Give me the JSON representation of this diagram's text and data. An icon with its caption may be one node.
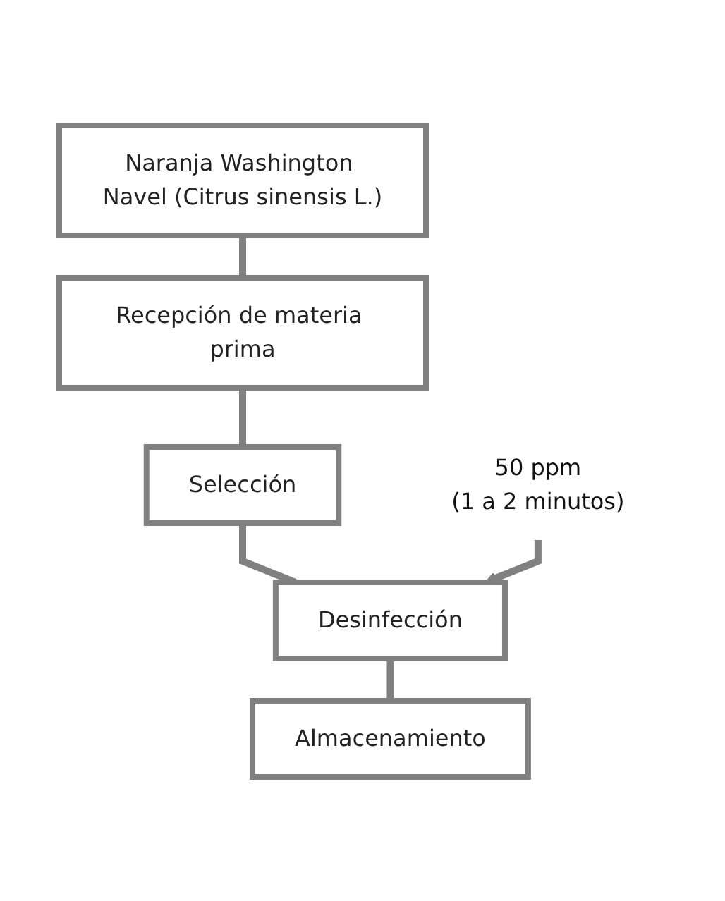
{
  "diagram": {
    "nodes": [
      {
        "text": [
          "Naranja Washington Navel (Citrus sinensis L.)"
        ]
      },
      {
        "text": [
          "Recepción de materia prima"
        ]
      },
      {
        "text": [
          "Selección"
        ]
      },
      {
        "text": [
          "Desinfección"
        ]
      },
      {
        "text": [
          "Almacenamiento"
        ]
      },
      {
        "text": [
          "50 ppm",
          "(1 a 2 minutos)"
        ]
      }
    ],
    "edges": [
      {
        "from": 0,
        "to": 1,
        "arrow": "none"
      },
      {
        "from": 1,
        "to": 2,
        "arrow": "none"
      },
      {
        "from": 2,
        "to": 3,
        "arrow": "none"
      },
      {
        "from": 3,
        "to": 4,
        "arrow": "none"
      },
      {
        "from": 5,
        "to": 3,
        "arrow": "to"
      }
    ]
  }
}
